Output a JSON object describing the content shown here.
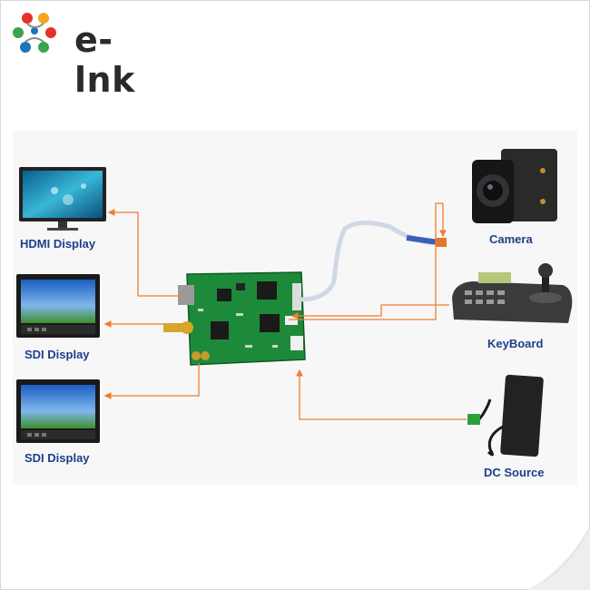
{
  "brand": {
    "name": "e-lnk"
  },
  "devices": {
    "hdmi_display": "HDMI Display",
    "sdi_display_1": "SDI Display",
    "sdi_display_2": "SDI Display",
    "camera": "Camera",
    "keyboard": "KeyBoard",
    "dc_source": "DC Source"
  },
  "colors": {
    "connection_line": "#f07d32",
    "label_text": "#1c3f8a",
    "pcb_green": "#1d8a3a"
  },
  "icons": [
    "hdmi-monitor-icon",
    "sdi-monitor-icon",
    "camera-icon",
    "ptz-keyboard-icon",
    "power-adapter-icon",
    "pcb-board-icon"
  ]
}
